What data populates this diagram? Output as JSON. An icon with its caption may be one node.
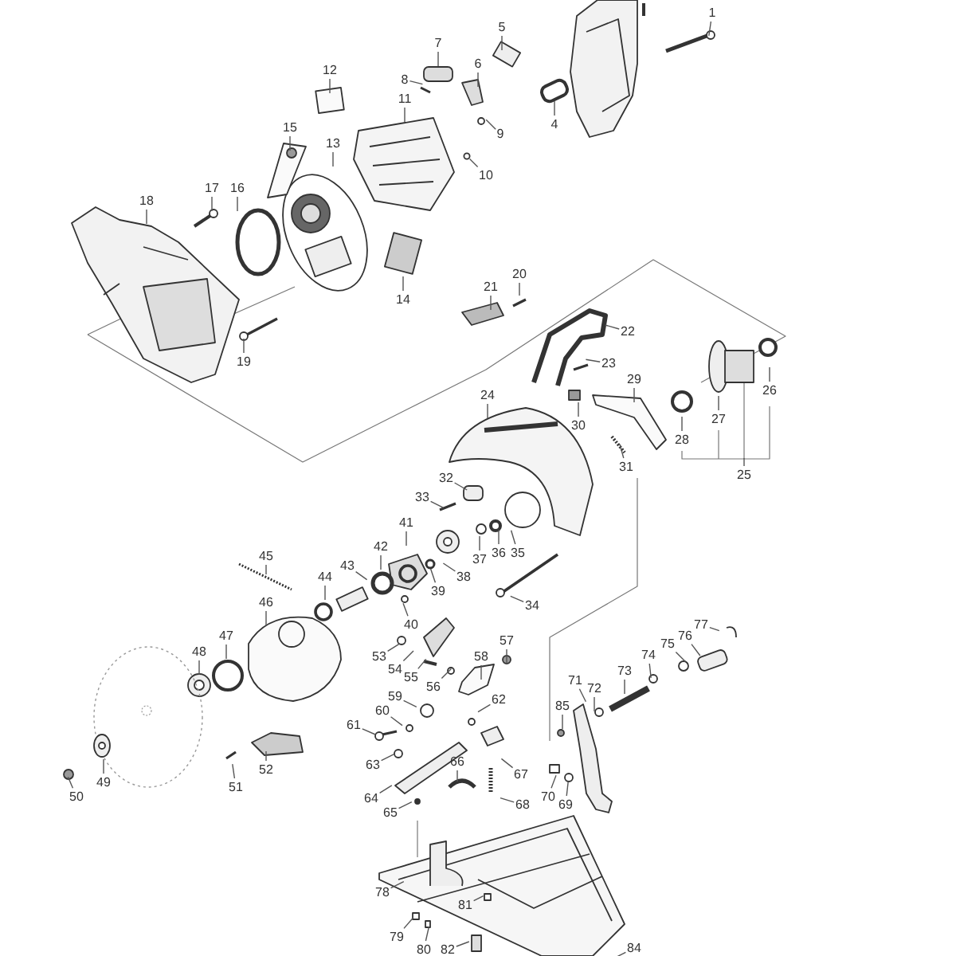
{
  "diagram": {
    "nodes": [
      {
        "text": [
          "1"
        ]
      },
      {
        "text": [
          "4"
        ]
      },
      {
        "text": [
          "5"
        ]
      },
      {
        "text": [
          "6"
        ]
      },
      {
        "text": [
          "7"
        ]
      },
      {
        "text": [
          "8"
        ]
      },
      {
        "text": [
          "9"
        ]
      },
      {
        "text": [
          "10"
        ]
      },
      {
        "text": [
          "11"
        ]
      },
      {
        "text": [
          "12"
        ]
      },
      {
        "text": [
          "13"
        ]
      },
      {
        "text": [
          "14"
        ]
      },
      {
        "text": [
          "15"
        ]
      },
      {
        "text": [
          "16"
        ]
      },
      {
        "text": [
          "17"
        ]
      },
      {
        "text": [
          "18"
        ]
      },
      {
        "text": [
          "19"
        ]
      },
      {
        "text": [
          "20"
        ]
      },
      {
        "text": [
          "21"
        ]
      },
      {
        "text": [
          "22"
        ]
      },
      {
        "text": [
          "23"
        ]
      },
      {
        "text": [
          "24"
        ]
      },
      {
        "text": [
          "25"
        ]
      },
      {
        "text": [
          "26"
        ]
      },
      {
        "text": [
          "27"
        ]
      },
      {
        "text": [
          "28"
        ]
      },
      {
        "text": [
          "29"
        ]
      },
      {
        "text": [
          "30"
        ]
      },
      {
        "text": [
          "31"
        ]
      },
      {
        "text": [
          "32"
        ]
      },
      {
        "text": [
          "33"
        ]
      },
      {
        "text": [
          "34"
        ]
      },
      {
        "text": [
          "35"
        ]
      },
      {
        "text": [
          "36"
        ]
      },
      {
        "text": [
          "37"
        ]
      },
      {
        "text": [
          "38"
        ]
      },
      {
        "text": [
          "39"
        ]
      },
      {
        "text": [
          "40"
        ]
      },
      {
        "text": [
          "41"
        ]
      },
      {
        "text": [
          "42"
        ]
      },
      {
        "text": [
          "43"
        ]
      },
      {
        "text": [
          "44"
        ]
      },
      {
        "text": [
          "45"
        ]
      },
      {
        "text": [
          "46"
        ]
      },
      {
        "text": [
          "47"
        ]
      },
      {
        "text": [
          "48"
        ]
      },
      {
        "text": [
          "49"
        ]
      },
      {
        "text": [
          "50"
        ]
      },
      {
        "text": [
          "51"
        ]
      },
      {
        "text": [
          "52"
        ]
      },
      {
        "text": [
          "53"
        ]
      },
      {
        "text": [
          "54"
        ]
      },
      {
        "text": [
          "55"
        ]
      },
      {
        "text": [
          "56"
        ]
      },
      {
        "text": [
          "57"
        ]
      },
      {
        "text": [
          "58"
        ]
      },
      {
        "text": [
          "59"
        ]
      },
      {
        "text": [
          "60"
        ]
      },
      {
        "text": [
          "61"
        ]
      },
      {
        "text": [
          "62"
        ]
      },
      {
        "text": [
          "63"
        ]
      },
      {
        "text": [
          "64"
        ]
      },
      {
        "text": [
          "65"
        ]
      },
      {
        "text": [
          "66"
        ]
      },
      {
        "text": [
          "67"
        ]
      },
      {
        "text": [
          "68"
        ]
      },
      {
        "text": [
          "69"
        ]
      },
      {
        "text": [
          "70"
        ]
      },
      {
        "text": [
          "71"
        ]
      },
      {
        "text": [
          "72"
        ]
      },
      {
        "text": [
          "73"
        ]
      },
      {
        "text": [
          "74"
        ]
      },
      {
        "text": [
          "75"
        ]
      },
      {
        "text": [
          "76"
        ]
      },
      {
        "text": [
          "77"
        ]
      },
      {
        "text": [
          "78"
        ]
      },
      {
        "text": [
          "79"
        ]
      },
      {
        "text": [
          "80"
        ]
      },
      {
        "text": [
          "81"
        ]
      },
      {
        "text": [
          "82"
        ]
      },
      {
        "text": [
          "84"
        ]
      },
      {
        "text": [
          "85"
        ]
      }
    ],
    "edges": [
      {
        "from": 0,
        "to": null,
        "arrow": "none"
      },
      {
        "from": 1,
        "to": null,
        "arrow": "none"
      },
      {
        "from": 2,
        "to": null,
        "arrow": "none"
      },
      {
        "from": 3,
        "to": null,
        "arrow": "none"
      },
      {
        "from": 4,
        "to": null,
        "arrow": "none"
      },
      {
        "from": 5,
        "to": null,
        "arrow": "none"
      },
      {
        "from": 6,
        "to": null,
        "arrow": "none"
      },
      {
        "from": 7,
        "to": null,
        "arrow": "none"
      },
      {
        "from": 8,
        "to": null,
        "arrow": "none"
      },
      {
        "from": 9,
        "to": null,
        "arrow": "none"
      },
      {
        "from": 10,
        "to": null,
        "arrow": "none"
      },
      {
        "from": 11,
        "to": null,
        "arrow": "none"
      },
      {
        "from": 12,
        "to": null,
        "arrow": "none"
      },
      {
        "from": 13,
        "to": null,
        "arrow": "none"
      },
      {
        "from": 14,
        "to": null,
        "arrow": "none"
      },
      {
        "from": 15,
        "to": null,
        "arrow": "none"
      },
      {
        "from": 16,
        "to": null,
        "arrow": "none"
      },
      {
        "from": 17,
        "to": null,
        "arrow": "none"
      },
      {
        "from": 18,
        "to": null,
        "arrow": "none"
      },
      {
        "from": 19,
        "to": null,
        "arrow": "none"
      },
      {
        "from": 20,
        "to": null,
        "arrow": "none"
      },
      {
        "from": 21,
        "to": null,
        "arrow": "none"
      },
      {
        "from": 22,
        "to": null,
        "arrow": "none"
      },
      {
        "from": 23,
        "to": null,
        "arrow": "none"
      },
      {
        "from": 24,
        "to": null,
        "arrow": "none"
      },
      {
        "from": 25,
        "to": null,
        "arrow": "none"
      },
      {
        "from": 26,
        "to": null,
        "arrow": "none"
      },
      {
        "from": 27,
        "to": null,
        "arrow": "none"
      },
      {
        "from": 28,
        "to": null,
        "arrow": "none"
      },
      {
        "from": 29,
        "to": null,
        "arrow": "none"
      },
      {
        "from": 30,
        "to": null,
        "arrow": "none"
      },
      {
        "from": 31,
        "to": null,
        "arrow": "none"
      },
      {
        "from": 32,
        "to": null,
        "arrow": "none"
      },
      {
        "from": 33,
        "to": null,
        "arrow": "none"
      },
      {
        "from": 34,
        "to": null,
        "arrow": "none"
      },
      {
        "from": 35,
        "to": null,
        "arrow": "none"
      },
      {
        "from": 36,
        "to": null,
        "arrow": "none"
      },
      {
        "from": 37,
        "to": null,
        "arrow": "none"
      },
      {
        "from": 38,
        "to": null,
        "arrow": "none"
      },
      {
        "from": 39,
        "to": null,
        "arrow": "none"
      },
      {
        "from": 40,
        "to": null,
        "arrow": "none"
      },
      {
        "from": 41,
        "to": null,
        "arrow": "none"
      },
      {
        "from": 42,
        "to": null,
        "arrow": "none"
      },
      {
        "from": 43,
        "to": null,
        "arrow": "none"
      },
      {
        "from": 44,
        "to": null,
        "arrow": "none"
      },
      {
        "from": 45,
        "to": null,
        "arrow": "none"
      },
      {
        "from": 46,
        "to": null,
        "arrow": "none"
      },
      {
        "from": 47,
        "to": null,
        "arrow": "none"
      },
      {
        "from": 48,
        "to": null,
        "arrow": "none"
      },
      {
        "from": 49,
        "to": null,
        "arrow": "none"
      },
      {
        "from": 50,
        "to": null,
        "arrow": "none"
      },
      {
        "from": 51,
        "to": null,
        "arrow": "none"
      },
      {
        "from": 52,
        "to": null,
        "arrow": "none"
      },
      {
        "from": 53,
        "to": null,
        "arrow": "none"
      },
      {
        "from": 54,
        "to": null,
        "arrow": "none"
      },
      {
        "from": 55,
        "to": null,
        "arrow": "none"
      },
      {
        "from": 56,
        "to": null,
        "arrow": "none"
      },
      {
        "from": 57,
        "to": null,
        "arrow": "none"
      },
      {
        "from": 58,
        "to": null,
        "arrow": "none"
      },
      {
        "from": 59,
        "to": null,
        "arrow": "none"
      },
      {
        "from": 60,
        "to": null,
        "arrow": "none"
      },
      {
        "from": 61,
        "to": null,
        "arrow": "none"
      },
      {
        "from": 62,
        "to": null,
        "arrow": "none"
      },
      {
        "from": 63,
        "to": null,
        "arrow": "none"
      },
      {
        "from": 64,
        "to": null,
        "arrow": "none"
      },
      {
        "from": 65,
        "to": null,
        "arrow": "none"
      },
      {
        "from": 66,
        "to": null,
        "arrow": "none"
      },
      {
        "from": 67,
        "to": null,
        "arrow": "none"
      },
      {
        "from": 68,
        "to": null,
        "arrow": "none"
      },
      {
        "from": 69,
        "to": null,
        "arrow": "none"
      },
      {
        "from": 70,
        "to": null,
        "arrow": "none"
      },
      {
        "from": 71,
        "to": null,
        "arrow": "none"
      },
      {
        "from": 72,
        "to": null,
        "arrow": "none"
      },
      {
        "from": 73,
        "to": null,
        "arrow": "none"
      },
      {
        "from": 74,
        "to": null,
        "arrow": "none"
      },
      {
        "from": 75,
        "to": null,
        "arrow": "none"
      },
      {
        "from": 76,
        "to": null,
        "arrow": "none"
      },
      {
        "from": 77,
        "to": null,
        "arrow": "none"
      },
      {
        "from": 78,
        "to": null,
        "arrow": "none"
      },
      {
        "from": 79,
        "to": null,
        "arrow": "none"
      },
      {
        "from": 80,
        "to": null,
        "arrow": "none"
      },
      {
        "from": 81,
        "to": null,
        "arrow": "none"
      }
    ]
  }
}
